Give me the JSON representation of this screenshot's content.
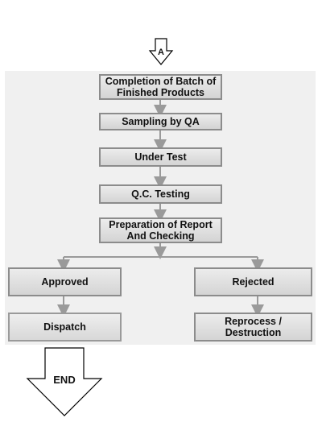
{
  "connector_in": {
    "label": "A"
  },
  "steps": {
    "completion": "Completion of Batch of Finished Products",
    "sampling": "Sampling by QA",
    "under_test": "Under Test",
    "qc_testing": "Q.C. Testing",
    "report": "Preparation of Report And Checking",
    "approved": "Approved",
    "rejected": "Rejected",
    "dispatch": "Dispatch",
    "reprocess": "Reprocess / Destruction"
  },
  "terminal": {
    "label": "END"
  },
  "colors": {
    "box_border": "#8c8c8c",
    "box_fill_top": "#ececec",
    "box_fill_bottom": "#d4d4d4",
    "connector": "#9a9a9a",
    "panel_bg": "#f0f0f0"
  }
}
